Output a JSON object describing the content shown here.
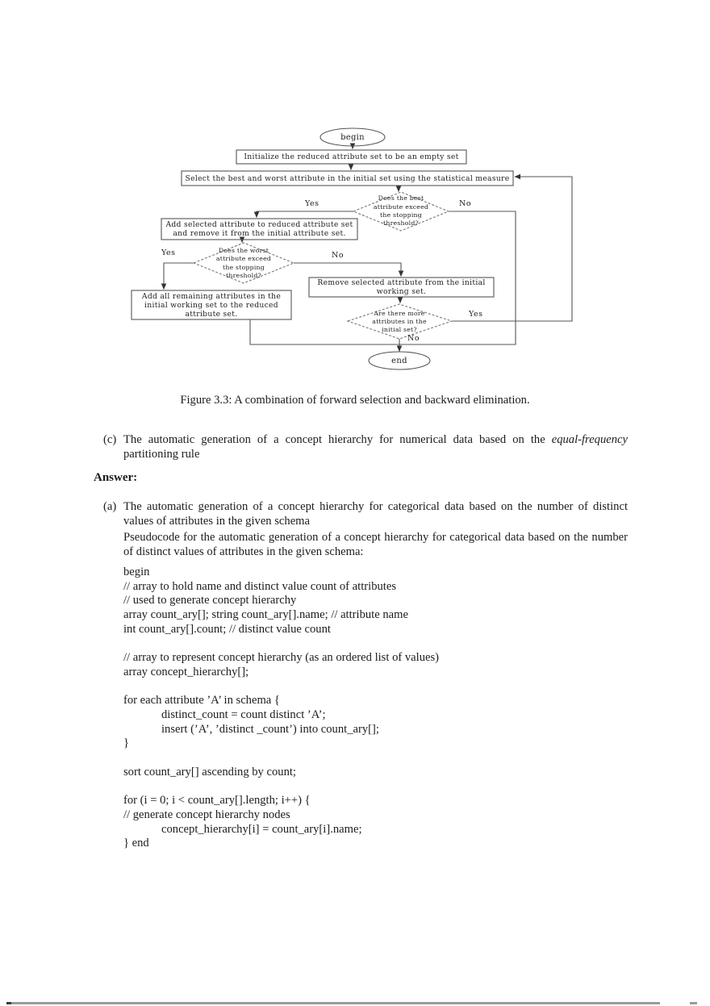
{
  "figure": {
    "caption": "Figure 3.3: A combination of forward selection and backward elimination.",
    "nodes": {
      "begin": "begin",
      "end": "end",
      "init_box": "Initialize the reduced attribute set to be an empty set",
      "select_box": "Select the best and worst attribute in the initial set using the statistical measure",
      "decision_best": "Does the best\nattribute exceed\nthe stopping\nthreshold?",
      "add_selected_box": "Add selected attribute to reduced attribute set\nand remove it from the initial attribute set.",
      "decision_worst": "Does the worst\nattribute exceed\nthe stopping\nthreshold?",
      "add_all_box": "Add all remaining attributes in the\ninitial working set to the reduced\nattribute set.",
      "remove_box": "Remove selected attribute from the initial\nworking set.",
      "decision_more": "Are there more\nattributes in the\ninitial set?"
    },
    "labels": {
      "yes_best": "Yes",
      "no_best": "No",
      "yes_worst": "Yes",
      "no_worst": "No",
      "yes_more": "Yes",
      "no_more": "No"
    }
  },
  "content": {
    "item_c": {
      "marker": "(c)",
      "pre": "The automatic generation of a concept hierarchy for numerical data based on the ",
      "italic": "equal-frequency",
      "post": " partitioning rule"
    },
    "answer_label": "Answer:",
    "item_a": {
      "marker": "(a)",
      "text": "The automatic generation of a concept hierarchy for categorical data based on the number of distinct values of attributes in the given schema"
    },
    "pseudocode_intro": "Pseudocode for the automatic generation of a concept hierarchy for categorical data based on the number of distinct values of attributes in the given schema:",
    "code_lines": [
      {
        "text": "begin",
        "indent": 0
      },
      {
        "text": "// array to hold name and distinct value count of attributes",
        "indent": 0
      },
      {
        "text": "// used to generate concept hierarchy",
        "indent": 0
      },
      {
        "text": "array count_ary[]; string count_ary[].name; // attribute name",
        "indent": 0
      },
      {
        "text": "int count_ary[].count; // distinct value count",
        "indent": 0
      },
      {
        "text": "",
        "indent": 0
      },
      {
        "text": "// array to represent concept hierarchy (as an ordered list of values)",
        "indent": 0
      },
      {
        "text": "array concept_hierarchy[];",
        "indent": 0
      },
      {
        "text": "",
        "indent": 0
      },
      {
        "text": "for each attribute ’A’ in schema {",
        "indent": 0
      },
      {
        "text": "distinct_count = count distinct ’A’;",
        "indent": 1
      },
      {
        "text": "insert (’A’, ’distinct _count’) into count_ary[];",
        "indent": 1
      },
      {
        "text": "}",
        "indent": 0
      },
      {
        "text": "",
        "indent": 0
      },
      {
        "text": "sort count_ary[] ascending by count;",
        "indent": 0
      },
      {
        "text": "",
        "indent": 0
      },
      {
        "text": "for (i = 0; i < count_ary[].length; i++) {",
        "indent": 0
      },
      {
        "text": "// generate concept hierarchy nodes",
        "indent": 0
      },
      {
        "text": "concept_hierarchy[i] = count_ary[i].name;",
        "indent": 1
      },
      {
        "text": "} end",
        "indent": 0
      }
    ]
  },
  "colors": {
    "page_bg": "#ffffff",
    "text": "#1c1c1c",
    "flowchart_stroke": "#555555",
    "scrollbar": "#9b9b9b"
  }
}
